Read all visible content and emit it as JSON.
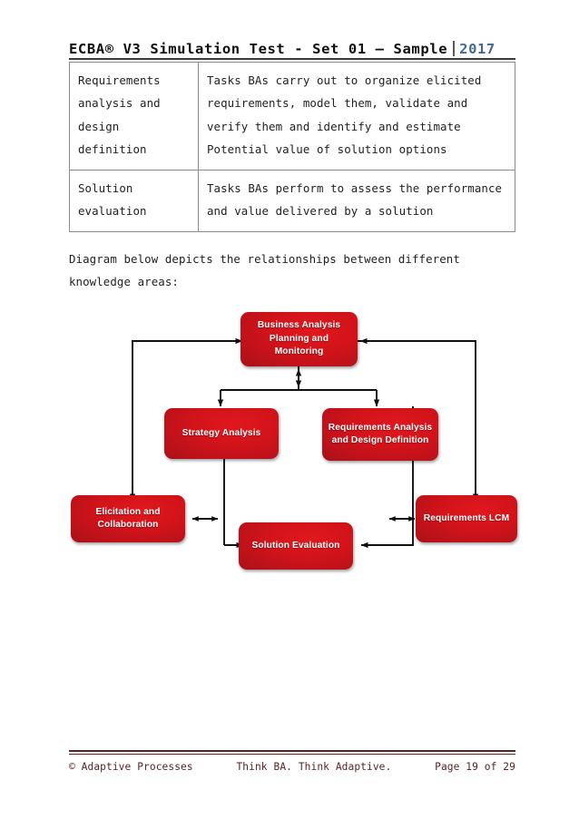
{
  "header": {
    "title": "ECBA® V3 Simulation Test - Set 01 – Sample",
    "year": "2017"
  },
  "table": {
    "rows": [
      {
        "term": "Requirements analysis and design definition",
        "description": "Tasks BAs carry out to organize elicited requirements, model them, validate and verify them and identify and estimate Potential value of solution options"
      },
      {
        "term": "Solution evaluation",
        "description": "Tasks BAs perform to assess the performance and value delivered by a solution"
      }
    ]
  },
  "body": {
    "paragraph": "Diagram below depicts the relationships between different knowledge areas:"
  },
  "diagram": {
    "nodes": [
      {
        "id": "bapm",
        "label": "Business Analysis Planning and Monitoring"
      },
      {
        "id": "strategy",
        "label": "Strategy Analysis"
      },
      {
        "id": "radd",
        "label": "Requirements Analysis and Design Definition"
      },
      {
        "id": "elicit",
        "label": "Elicitation and Collaboration"
      },
      {
        "id": "solution",
        "label": "Solution Evaluation"
      },
      {
        "id": "rlcm",
        "label": "Requirements LCM"
      }
    ],
    "colors": {
      "node_fill_light": "#e0181d",
      "node_fill_dark": "#7d0f14",
      "connector": "#111111",
      "node_text": "#ffffff"
    }
  },
  "footer": {
    "copyright": "© Adaptive Processes",
    "tagline": "Think BA. Think Adaptive.",
    "page": "Page 19 of 29"
  }
}
